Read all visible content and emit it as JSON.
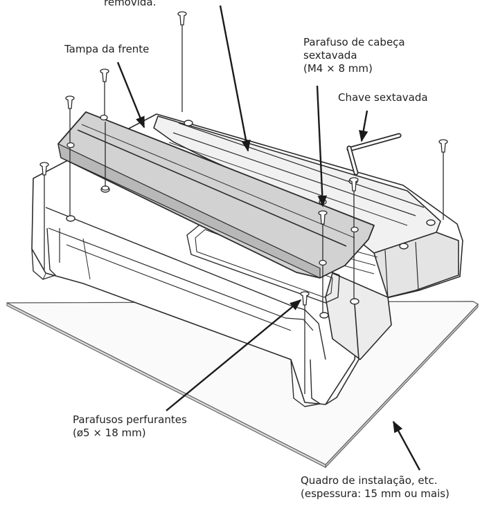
{
  "labels": {
    "removed_fragment": "removida.",
    "front_cover": "Tampa da frente",
    "hex_bolt": [
      "Parafuso de cabeça",
      "sextavada",
      "(M4 × 8 mm)"
    ],
    "hex_key": "Chave sextavada",
    "drilling_screws": [
      "Parafusos perfurantes",
      "(ø5 × 18 mm)"
    ],
    "mounting_frame": [
      "Quadro de instalação, etc.",
      "(espessura: 15 mm ou mais)"
    ]
  },
  "colors": {
    "line": "#2b2b2b",
    "cover_fill": "#d2d2d2",
    "plate_fill": "#f1f1f1",
    "panel_fill": "#e4e4e4",
    "text": "#222222"
  }
}
